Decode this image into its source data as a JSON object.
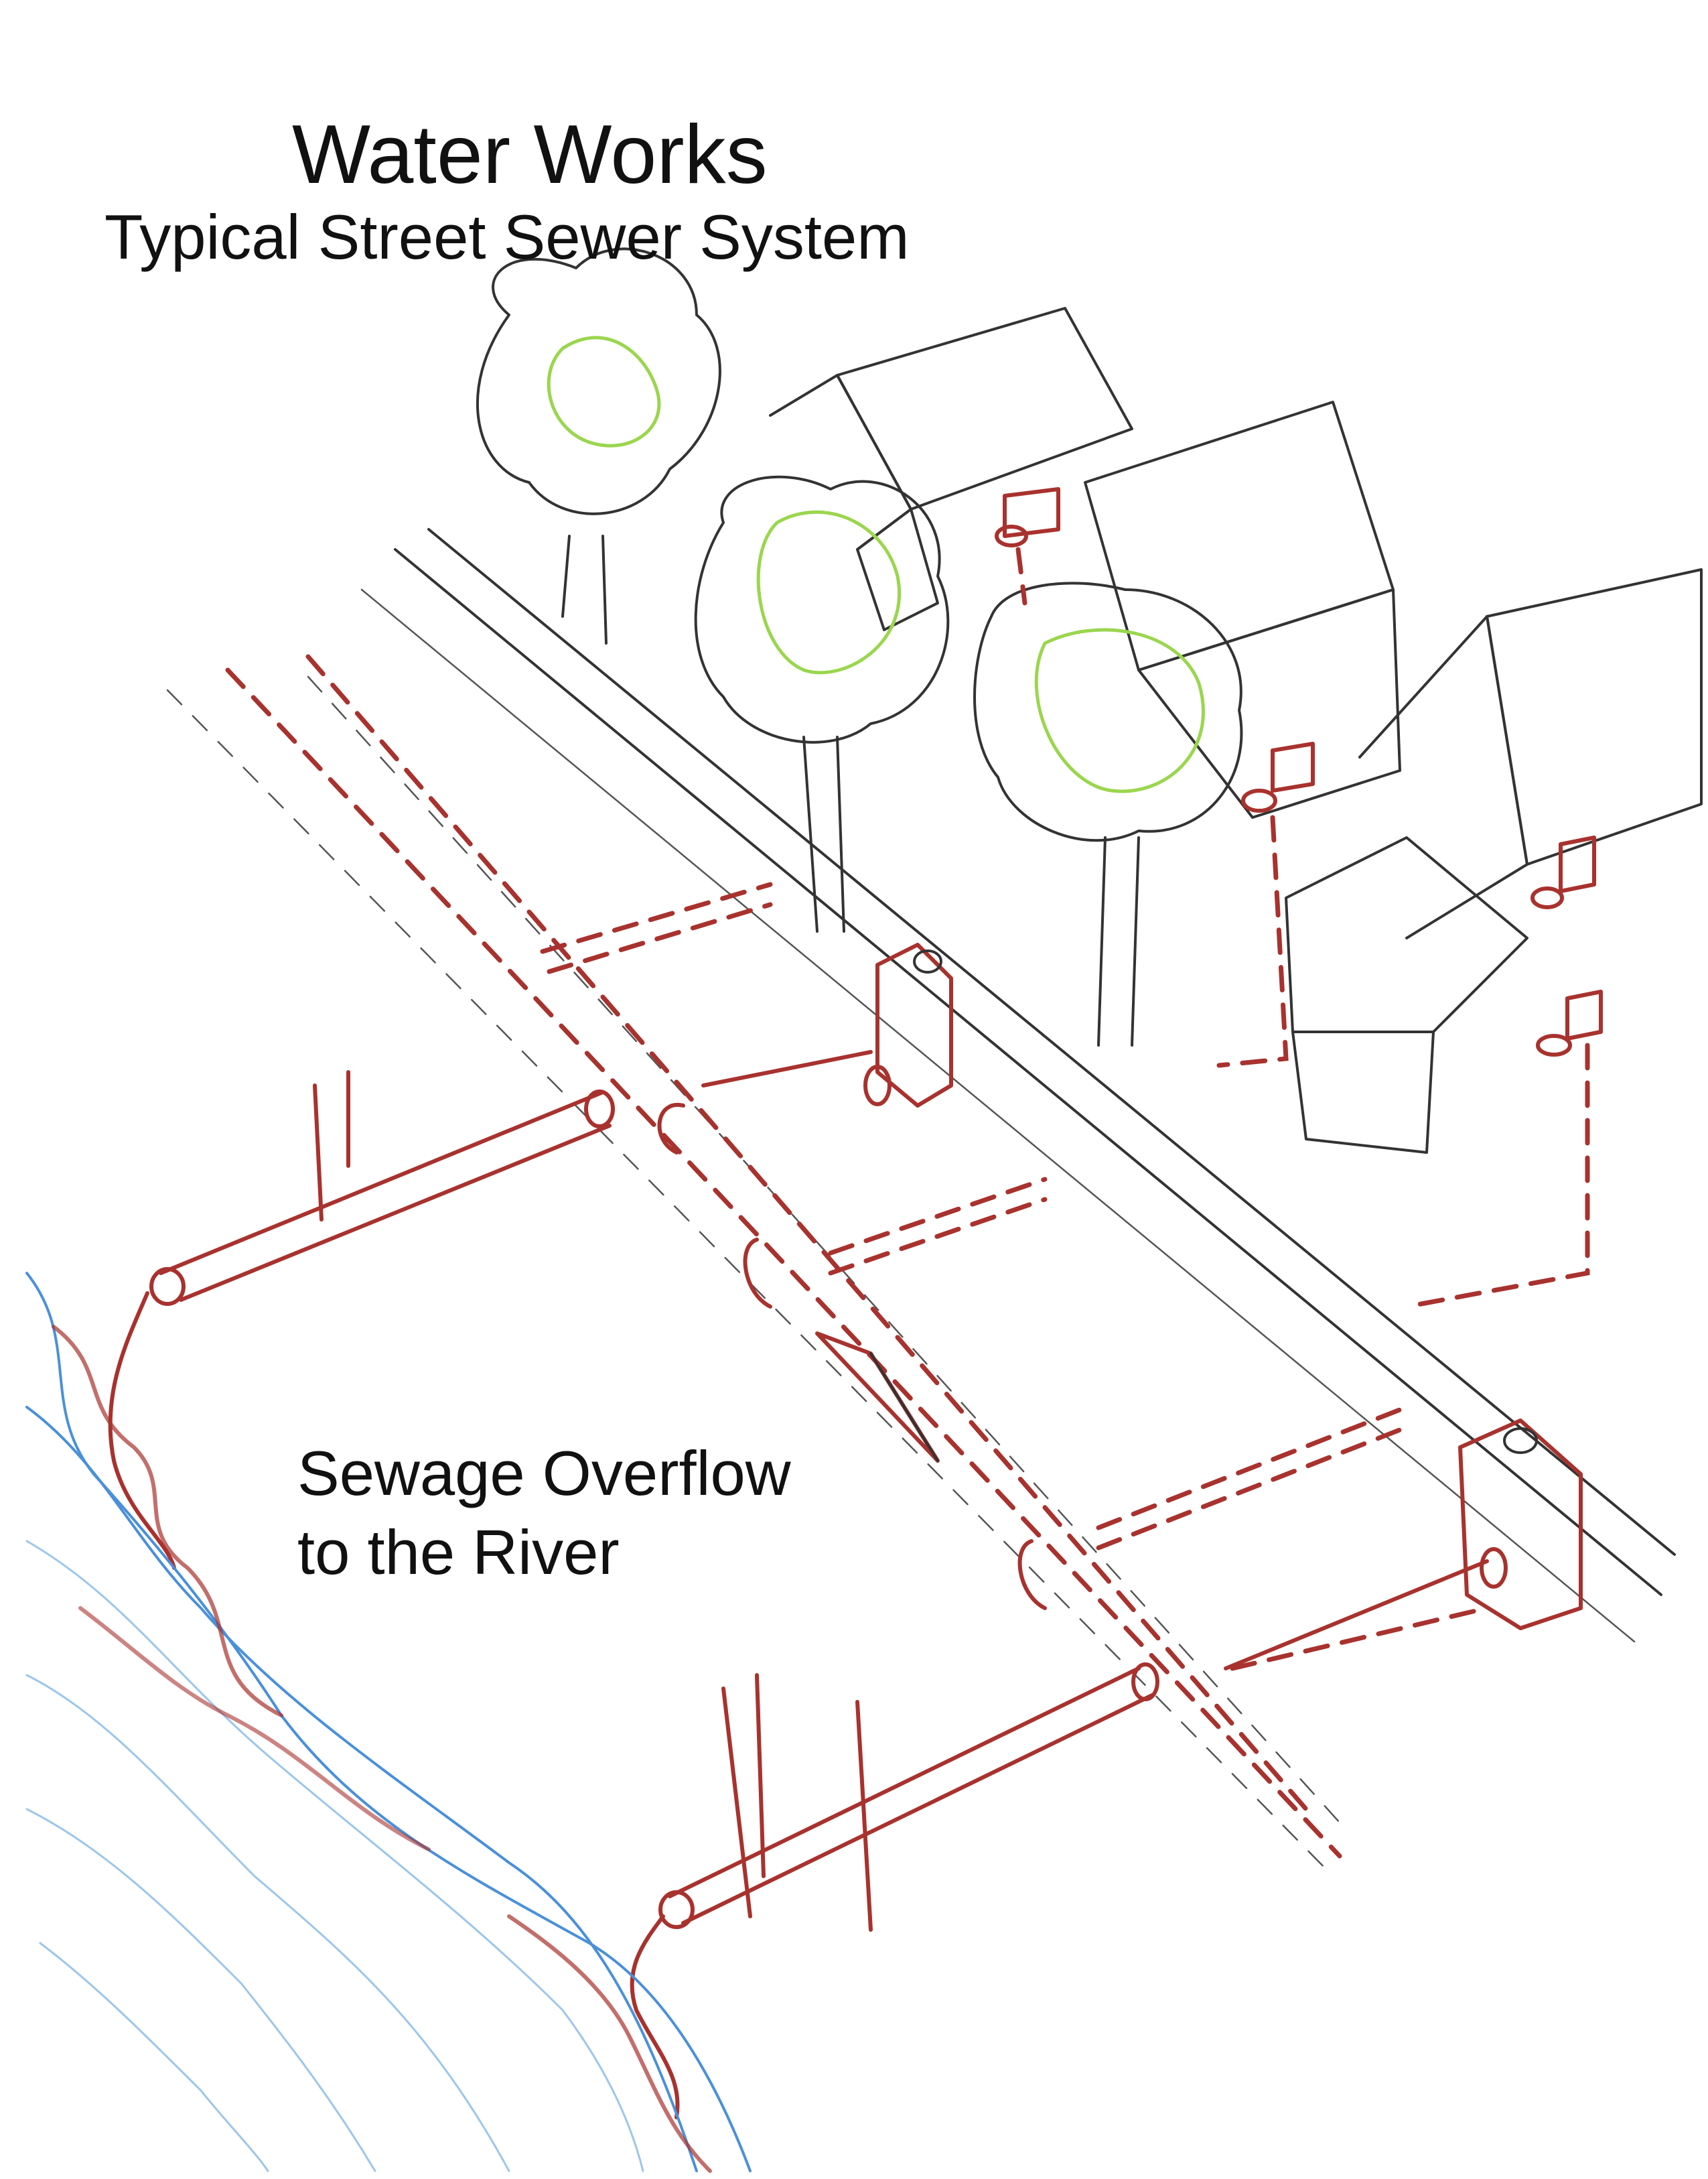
{
  "title": "Water Works",
  "subtitle": "Typical Street Sewer System",
  "callout": {
    "line1": "Sewage Overflow",
    "line2": "to the River"
  },
  "colors": {
    "pencil": "#333333",
    "sewer_pipe": "#a8322e",
    "tree_foliage": "#9ad64e",
    "river": "#4a90d9",
    "roof_shading": "#c9b6be"
  }
}
